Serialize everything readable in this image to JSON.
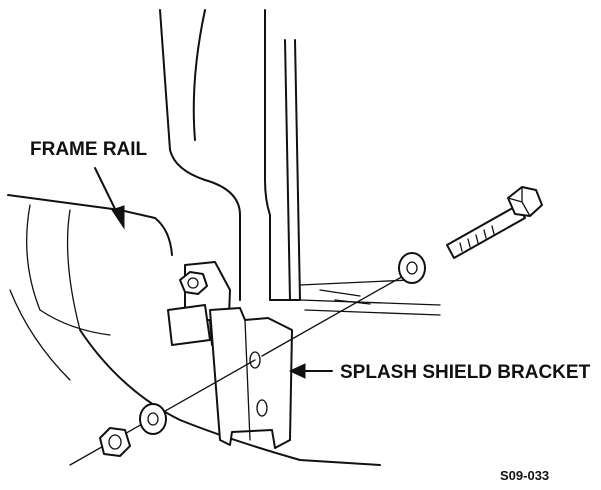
{
  "labels": {
    "frame_rail": "FRAME RAIL",
    "splash_shield_bracket": "SPLASH SHIELD BRACKET",
    "figure_number": "S09-033"
  },
  "colors": {
    "line": "#111111",
    "background": "#ffffff"
  }
}
